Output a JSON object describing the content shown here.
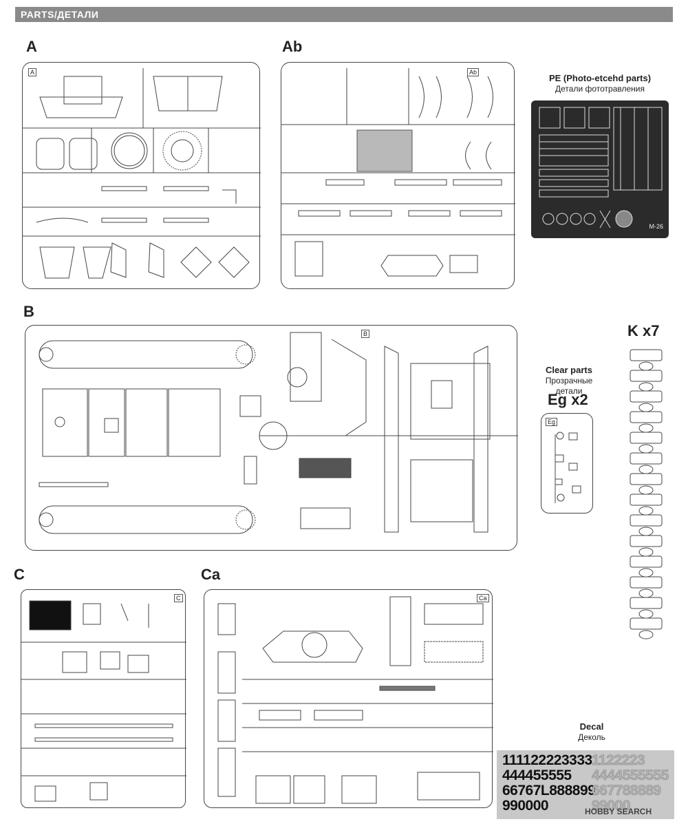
{
  "header": {
    "title": "PARTS/ДЕТАЛИ"
  },
  "sprues": {
    "A": {
      "label": "A",
      "tag": "A"
    },
    "Ab": {
      "label": "Ab",
      "tag": "Ab"
    },
    "B": {
      "label": "B",
      "tag": "B"
    },
    "C": {
      "label": "C",
      "tag": "C"
    },
    "Ca": {
      "label": "Ca",
      "tag": "Ca"
    }
  },
  "pe": {
    "title": "PE (Photo-etcehd parts)",
    "subtitle": "Детали фототравления",
    "code": "M-26"
  },
  "tracks": {
    "label": "K x7"
  },
  "clear": {
    "title": "Clear parts",
    "subtitle": "Прозрачные детали",
    "sprue_label": "Eg x2",
    "tag": "Eg"
  },
  "decal": {
    "title": "Decal",
    "subtitle": "Деколь",
    "rows": [
      "1111222233",
      "444455555",
      "66767L8888",
      "990000"
    ],
    "row_tails": [
      "33",
      "",
      "99",
      ""
    ],
    "ghost_rows": [
      "1122223",
      "4444555555",
      "667788889",
      "99000"
    ]
  },
  "watermark": "HOBBY SEARCH"
}
